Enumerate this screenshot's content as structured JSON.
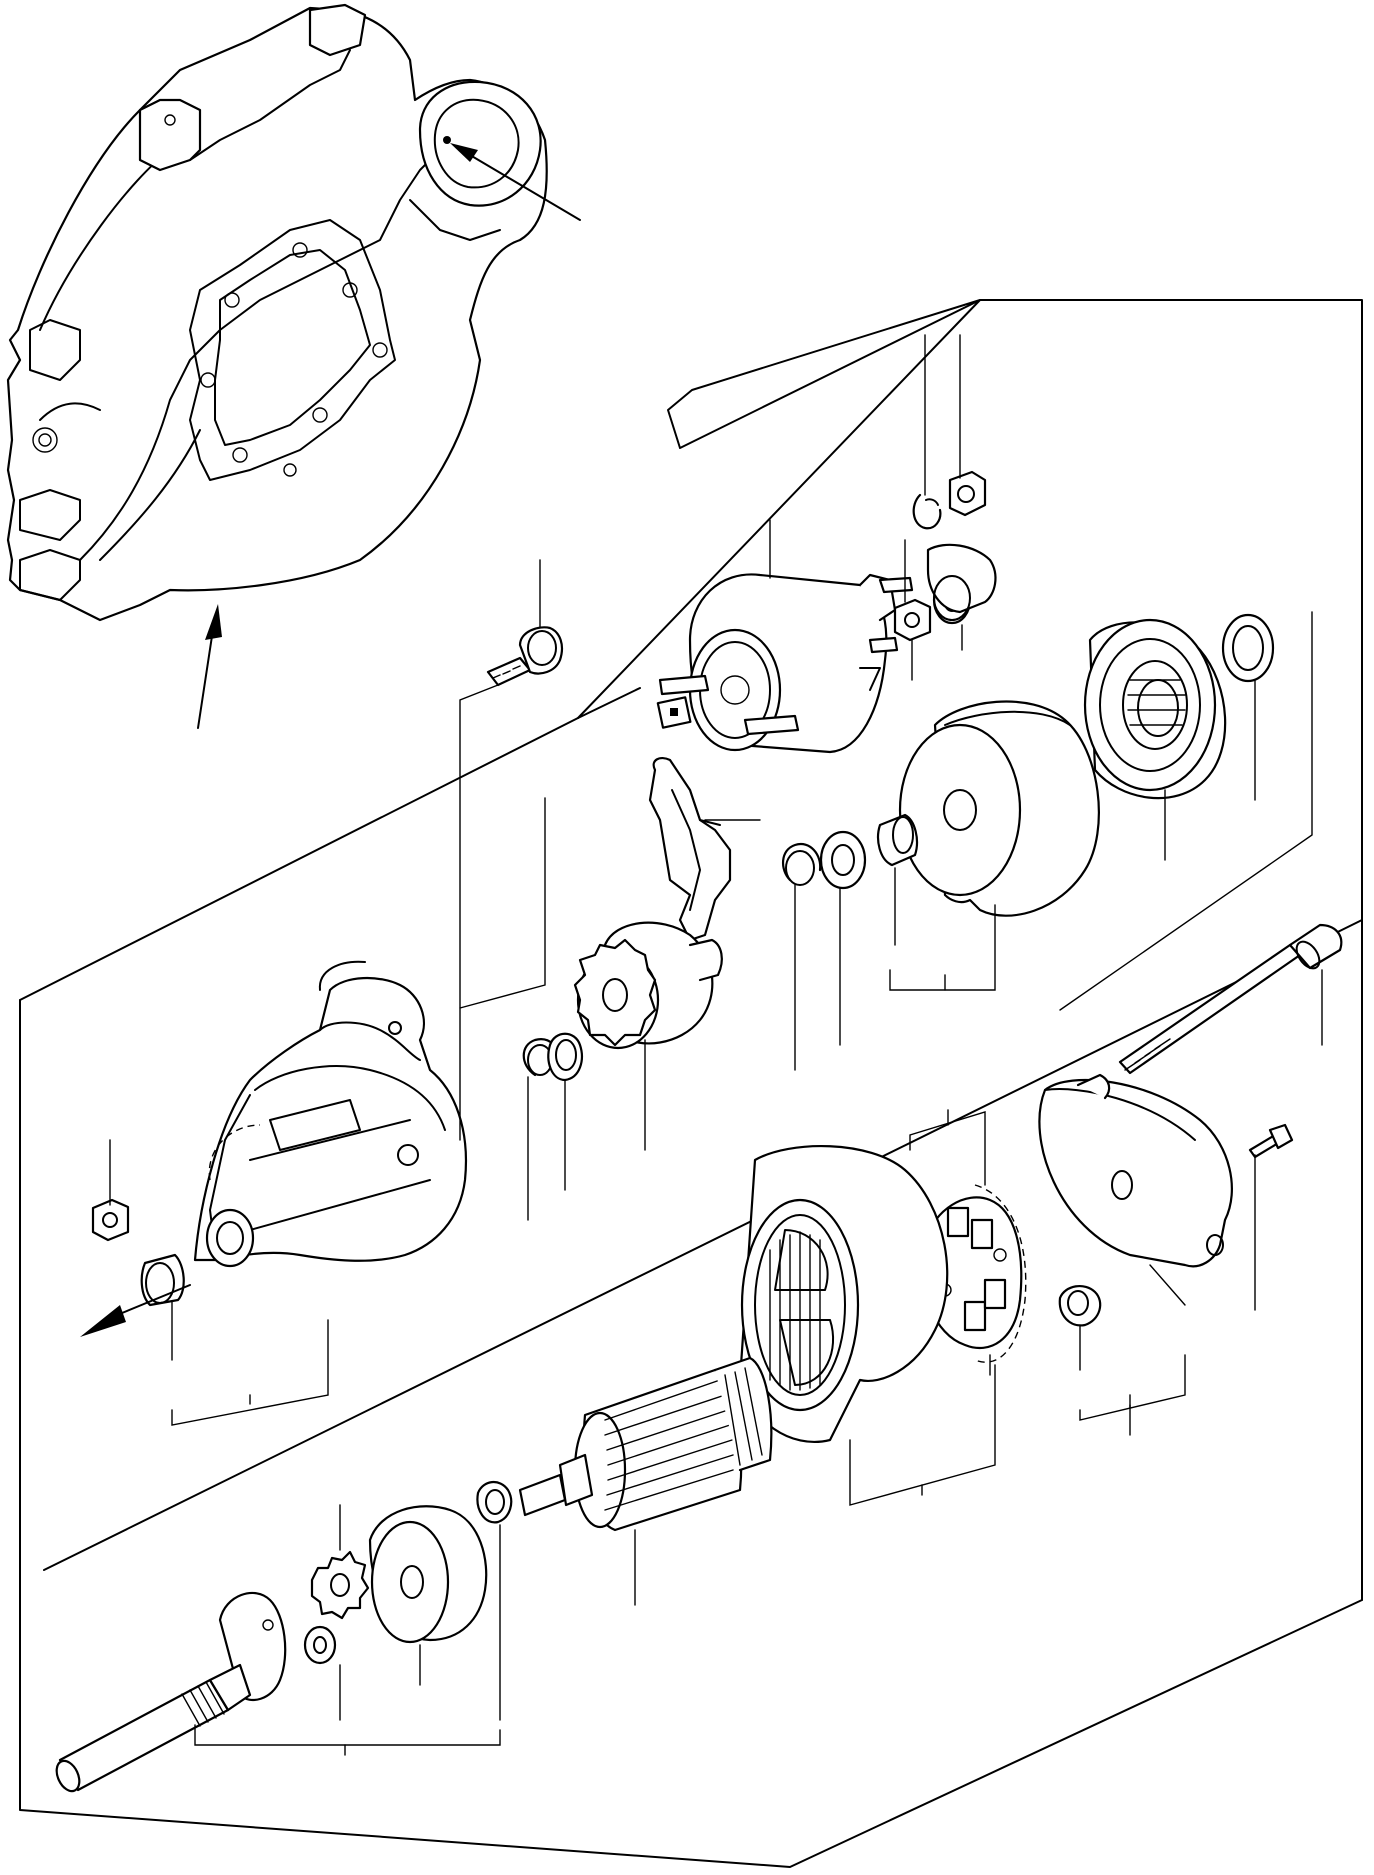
{
  "diagram": {
    "style": "exploded-view line drawing",
    "line_color": "#000000",
    "background_color": "#ffffff",
    "parts": [
      {
        "name": "flywheel-housing"
      },
      {
        "name": "solenoid-switch"
      },
      {
        "name": "nut"
      },
      {
        "name": "spring-washer"
      },
      {
        "name": "terminal-nut"
      },
      {
        "name": "terminal-cap"
      },
      {
        "name": "washer"
      },
      {
        "name": "bearing-cover"
      },
      {
        "name": "gear-case"
      },
      {
        "name": "shift-lever"
      },
      {
        "name": "snap-ring"
      },
      {
        "name": "thrust-washer"
      },
      {
        "name": "bushing"
      },
      {
        "name": "housing-bolt"
      },
      {
        "name": "pinion-clutch"
      },
      {
        "name": "snap-ring-small"
      },
      {
        "name": "pinion-stop-collar"
      },
      {
        "name": "drive-housing"
      },
      {
        "name": "housing-nut"
      },
      {
        "name": "housing-bushing"
      },
      {
        "name": "through-bolt"
      },
      {
        "name": "rear-cover"
      },
      {
        "name": "cover-screw"
      },
      {
        "name": "rear-bushing"
      },
      {
        "name": "brush-holder"
      },
      {
        "name": "yoke-field-coil"
      },
      {
        "name": "armature"
      },
      {
        "name": "armature-bearing"
      },
      {
        "name": "planet-plate"
      },
      {
        "name": "planet-gear"
      },
      {
        "name": "drive-shaft"
      },
      {
        "name": "shaft-washer"
      }
    ]
  }
}
